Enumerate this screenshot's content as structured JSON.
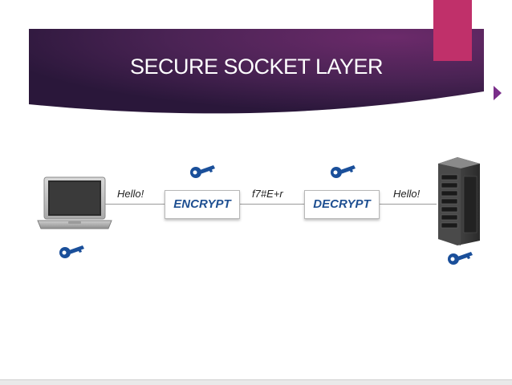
{
  "slide": {
    "title": "SECURE SOCKET LAYER",
    "colors": {
      "banner_dark": "#2f1a3f",
      "banner_purple": "#6b2a6a",
      "accent": "#c0306a",
      "arrow": "#7a2e8a",
      "key": "#1a4f9a",
      "box_text": "#1e4f91"
    }
  },
  "diagram": {
    "client": {
      "icon": "laptop-icon"
    },
    "server": {
      "icon": "server-icon"
    },
    "msg_plain_left": "Hello!",
    "encrypt_label": "ENCRYPT",
    "cipher_text": "f7#E+r",
    "decrypt_label": "DECRYPT",
    "msg_plain_right": "Hello!",
    "keys": [
      "key-icon",
      "key-icon",
      "key-icon",
      "key-icon"
    ]
  }
}
